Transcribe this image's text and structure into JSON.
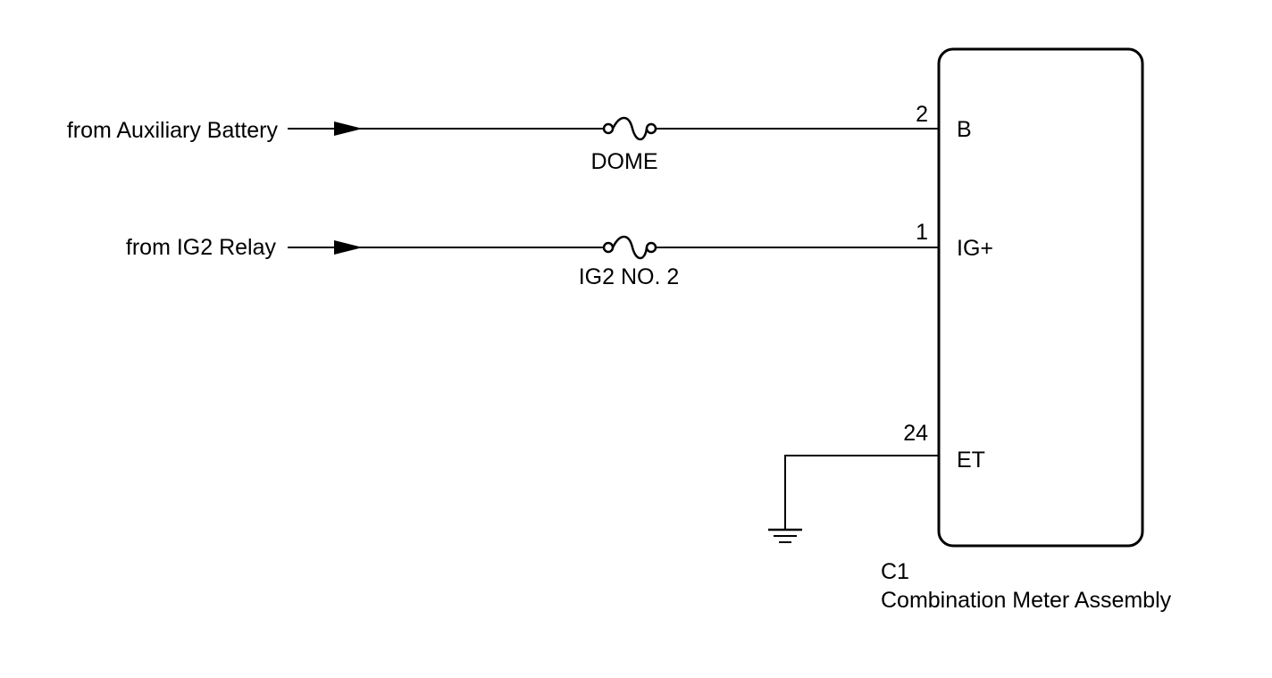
{
  "circuits": [
    {
      "source_label": "from Auxiliary Battery",
      "fuse_label": "DOME",
      "pin_number": "2",
      "terminal_label": "B"
    },
    {
      "source_label": "from IG2 Relay",
      "fuse_label": "IG2 NO. 2",
      "pin_number": "1",
      "terminal_label": "IG+"
    }
  ],
  "ground": {
    "pin_number": "24",
    "terminal_label": "ET"
  },
  "component": {
    "connector_code": "C1",
    "name": "Combination Meter Assembly"
  }
}
